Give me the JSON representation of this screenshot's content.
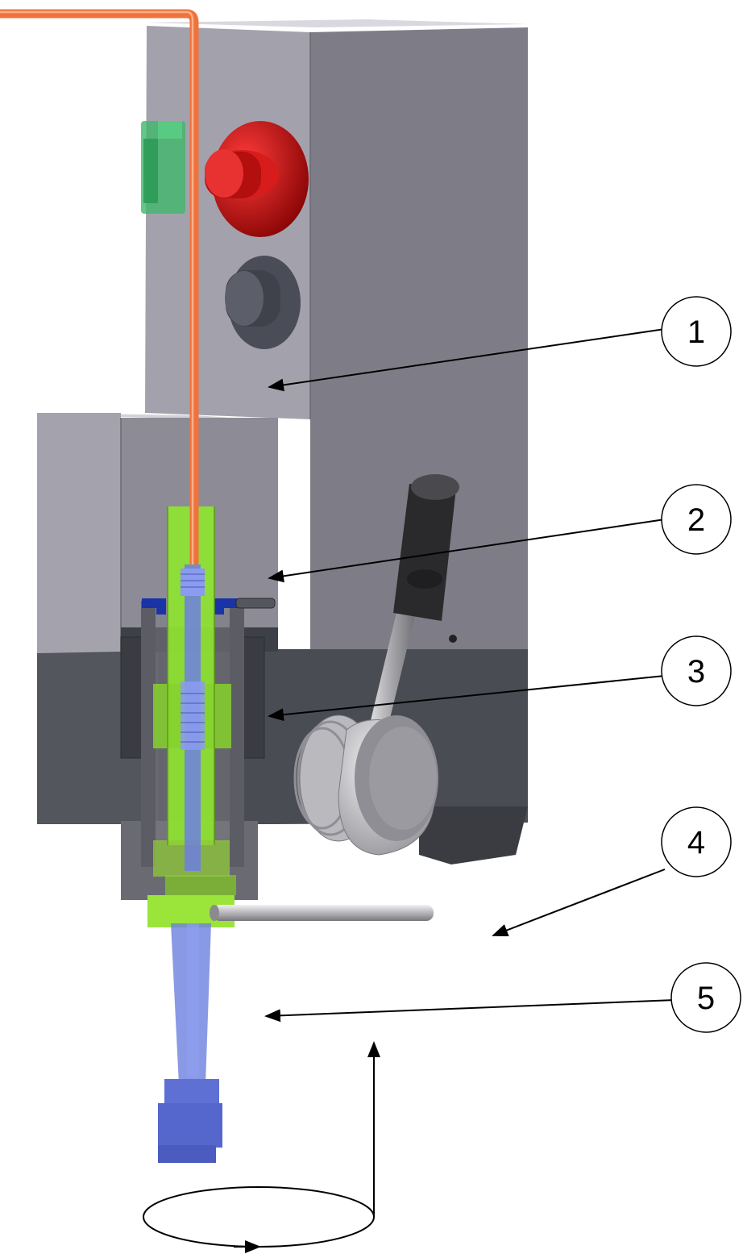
{
  "callouts": [
    {
      "id": "callout-1",
      "label": "1"
    },
    {
      "id": "callout-2",
      "label": "2"
    },
    {
      "id": "callout-3",
      "label": "3"
    },
    {
      "id": "callout-4",
      "label": "4"
    },
    {
      "id": "callout-5",
      "label": "5"
    }
  ],
  "colors": {
    "housing_light": "#9a99a3",
    "housing_mid": "#7d7c86",
    "housing_dark": "#55565c",
    "base_dark": "#4a4c53",
    "emergency_red": "#c21414",
    "start_button": "#4a4d57",
    "sleeve_green": "#8ee62f",
    "rod_blue": "#6d7fe0",
    "cable_orange": "#f0733c",
    "connector_green": "#3fb86b",
    "lever_black": "#2a2a2c",
    "handwheel_grey": "#c8c8cc"
  }
}
